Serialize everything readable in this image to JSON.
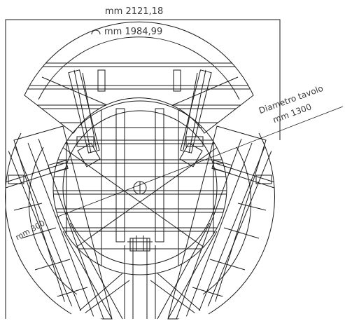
{
  "drawing": {
    "stroke_color": "#1a1a1a",
    "text_color": "#3a3a3a",
    "labels": {
      "overall_width": "mm 2121,18",
      "arc_width": "mm 1984,99",
      "table_diameter_line1": "Diametro tavolo",
      "table_diameter_line2": "mm 1300",
      "side_dimension": "mm 300"
    },
    "icons": {
      "arc_symbol": "arc-icon",
      "center_mark": "center-circle-icon"
    }
  }
}
